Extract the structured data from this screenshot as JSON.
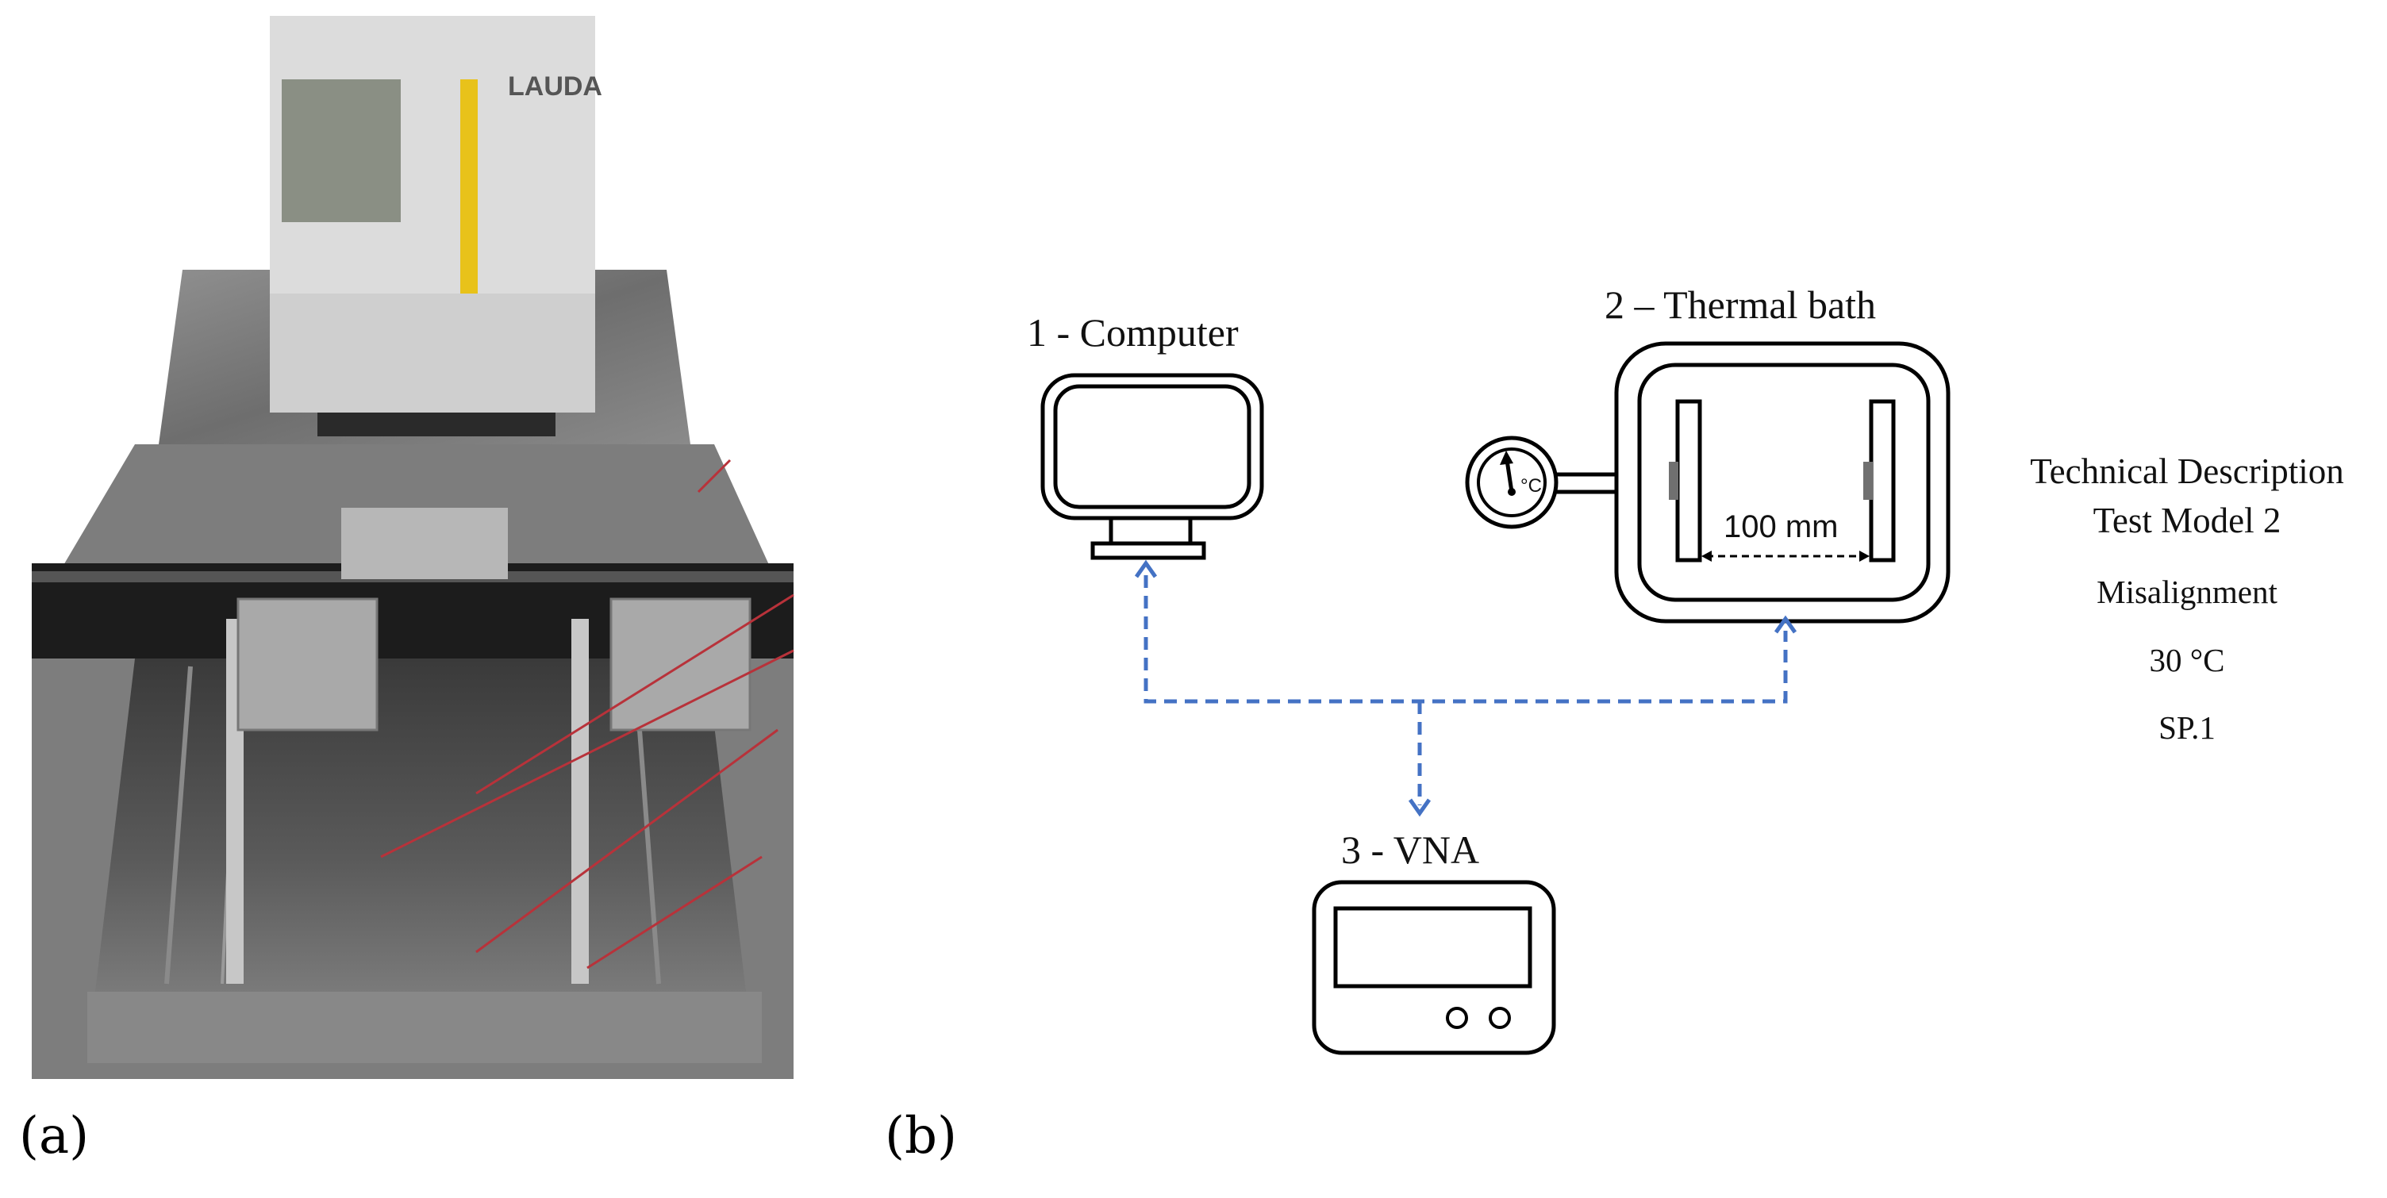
{
  "panel_a": {
    "label": "(a)",
    "photo": {
      "description_icon": "thermal-bath-photo",
      "brand_logo_text": "LAUDA"
    }
  },
  "panel_b": {
    "label": "(b)",
    "computer": {
      "label": "1 - Computer",
      "icon": "monitor-icon"
    },
    "thermal_bath": {
      "label": "2 – Thermal bath",
      "distance_label": "100 mm",
      "icon": "thermal-bath-icon",
      "thermometer_unit": "°C"
    },
    "vna": {
      "label": "3 - VNA",
      "icon": "vna-device-icon"
    },
    "technical": {
      "title_line1": "Technical Description",
      "title_line2": "Test Model 2",
      "item1": "Misalignment",
      "item2": "30 °C",
      "item3": "SP.1"
    },
    "colors": {
      "connection": "#4472C4",
      "outline": "#000000"
    }
  }
}
